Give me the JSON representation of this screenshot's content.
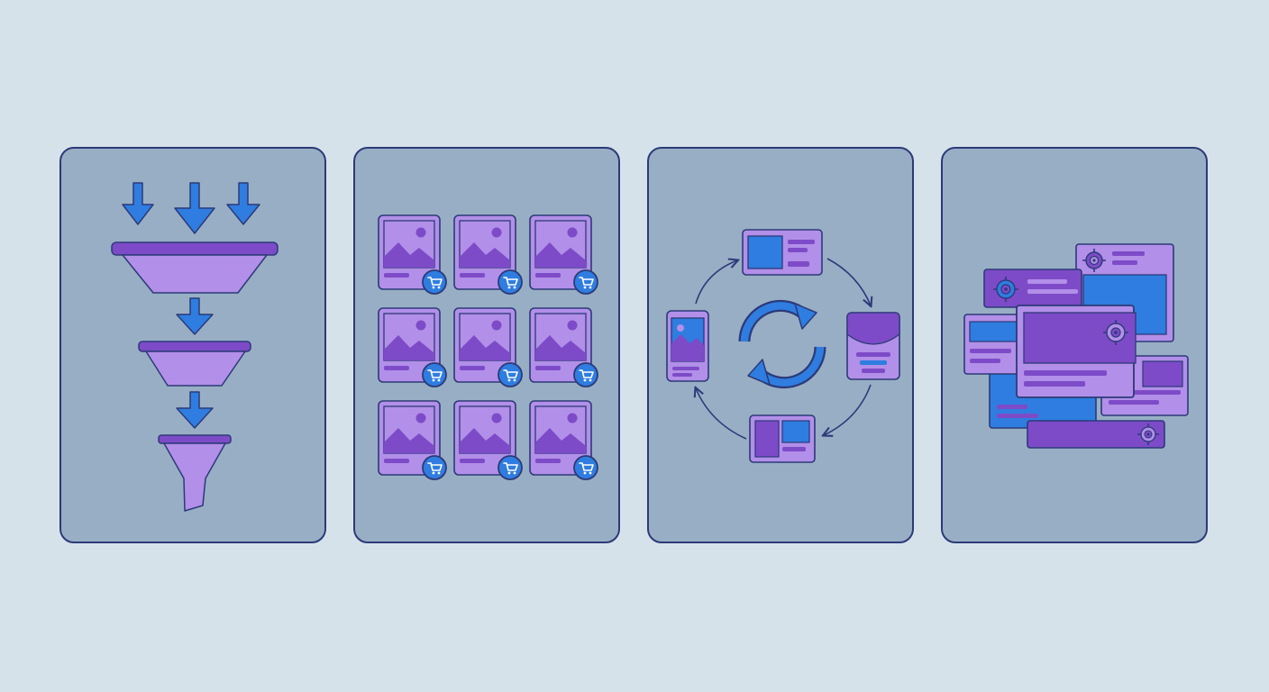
{
  "colors": {
    "page_background": "#d6e2ea",
    "panel_fill": "#98aec5",
    "outline": "#2c3a78",
    "blue_accent": "#2f7de0",
    "purple_dark": "#7d4bc8",
    "purple_light": "#b28fe8"
  },
  "panels": [
    {
      "id": "funnel",
      "icons": [
        "arrow-down-icon",
        "funnel-icon"
      ]
    },
    {
      "id": "product-grid",
      "tile_count": 9,
      "icons": [
        "image-icon",
        "cart-icon"
      ]
    },
    {
      "id": "retargeting-cycle",
      "icons": [
        "refresh-icon",
        "ad-card-icon"
      ]
    },
    {
      "id": "ad-placements",
      "icons": [
        "target-icon",
        "ad-card-icon"
      ]
    }
  ]
}
